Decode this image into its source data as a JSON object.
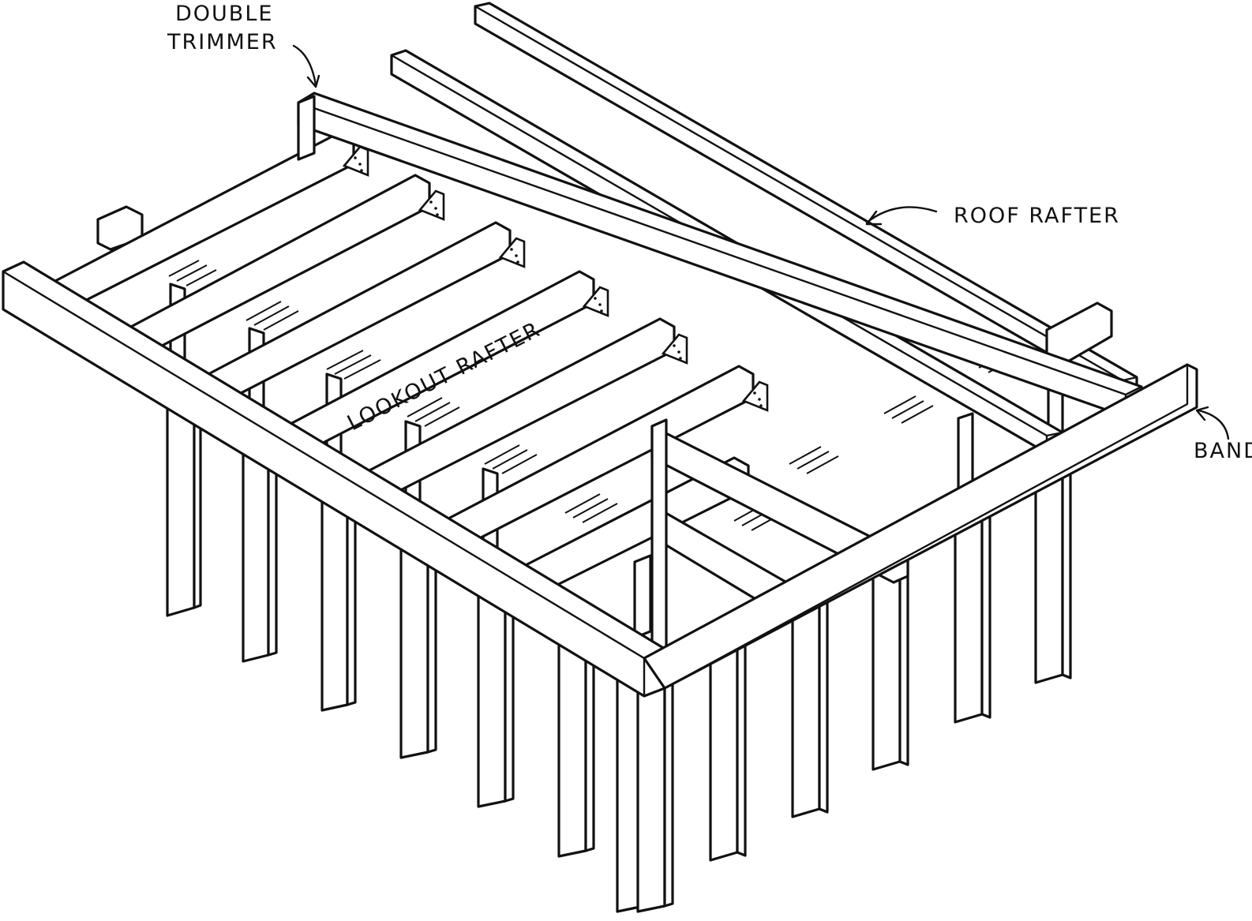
{
  "labels": {
    "double_line1": "DOUBLE",
    "double_line2": "TRIMMER",
    "roof_rafter": "ROOF RAFTER",
    "lookout_rafter": "LOOKOUT RAFTER",
    "band": "BAND"
  },
  "colors": {
    "ink": "#111111",
    "paper": "#ffffff"
  }
}
